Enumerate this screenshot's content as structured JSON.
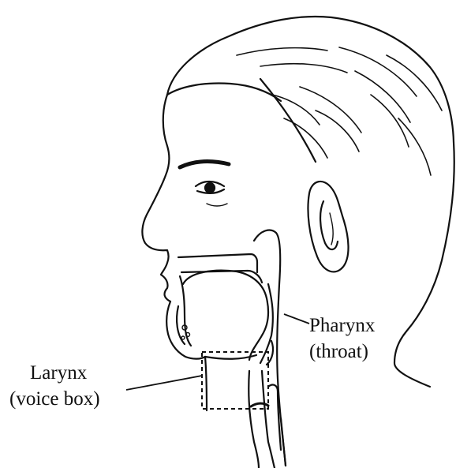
{
  "labels": {
    "pharynx": {
      "name": "Pharynx",
      "sub": "(throat)"
    },
    "larynx": {
      "name": "Larynx",
      "sub": "(voice box)"
    }
  },
  "colors": {
    "ink": "#111111",
    "background": "#ffffff"
  }
}
